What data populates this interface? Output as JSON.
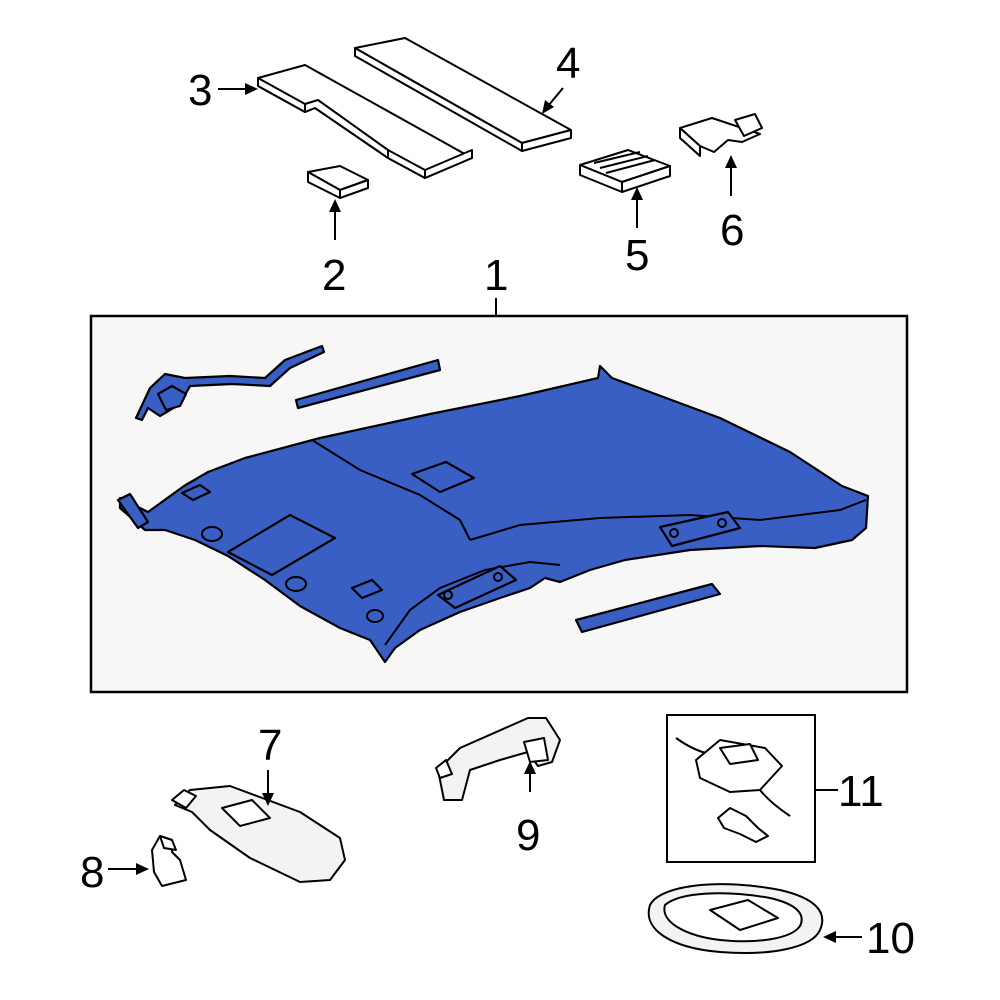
{
  "colors": {
    "headliner": "#3a5fc4",
    "background": "#ffffff",
    "panel": "#f7f7f7",
    "ink": "#000000"
  },
  "callouts": {
    "c1": "1",
    "c2": "2",
    "c3": "3",
    "c4": "4",
    "c5": "5",
    "c6": "6",
    "c7": "7",
    "c8": "8",
    "c9": "9",
    "c10": "10",
    "c11": "11"
  }
}
